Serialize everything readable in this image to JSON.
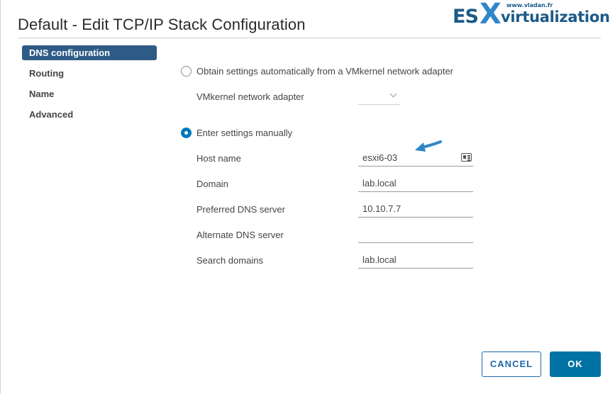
{
  "window": {
    "title": "Default - Edit TCP/IP Stack Configuration"
  },
  "logo": {
    "es": "ES",
    "x": "X",
    "virt": "virtualization",
    "www": "www.vladan.fr"
  },
  "nav": {
    "items": [
      {
        "label": "DNS configuration",
        "active": true
      },
      {
        "label": "Routing"
      },
      {
        "label": "Name"
      },
      {
        "label": "Advanced"
      }
    ]
  },
  "form": {
    "auto_option": {
      "label": "Obtain settings automatically from a VMkernel network adapter",
      "selected": false
    },
    "vmk_adapter": {
      "label": "VMkernel network adapter",
      "value": ""
    },
    "manual_option": {
      "label": "Enter settings manually",
      "selected": true
    },
    "host_name": {
      "label": "Host name",
      "value": "esxi6-03"
    },
    "domain": {
      "label": "Domain",
      "value": "lab.local"
    },
    "preferred_dns": {
      "label": "Preferred DNS server",
      "value": "10.10.7.7"
    },
    "alternate_dns": {
      "label": "Alternate DNS server",
      "value": ""
    },
    "search_domains": {
      "label": "Search domains",
      "value": "lab.local"
    }
  },
  "buttons": {
    "cancel": "CANCEL",
    "ok": "OK"
  },
  "colors": {
    "accent": "#0072a3",
    "nav_active": "#2e5b86",
    "annotation_arrow": "#2f86c8"
  }
}
